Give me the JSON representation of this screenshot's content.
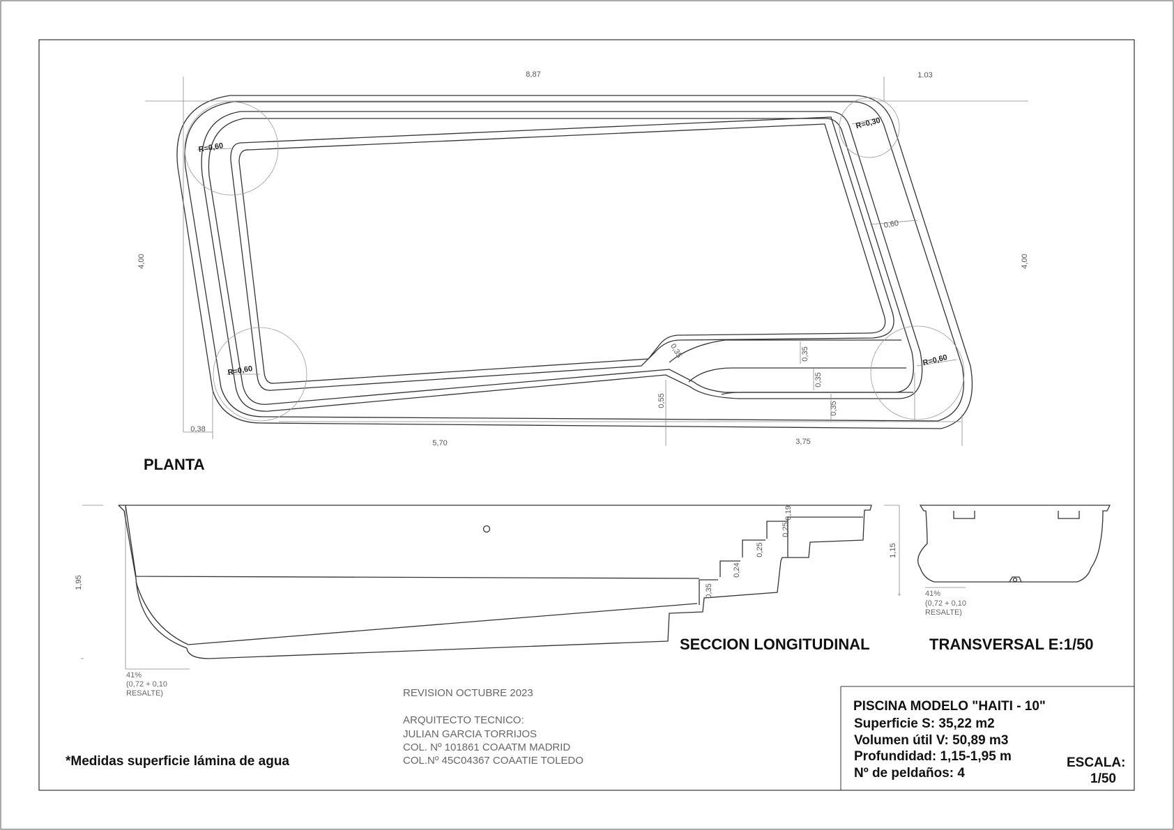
{
  "dimensions": {
    "top_length": "8,87",
    "top_right": "1.03",
    "left_width": "4,00",
    "right_width": "4,00",
    "bottom_left": "0,38",
    "bottom_mid": "5,70",
    "bottom_right": "3,75",
    "radius_top_left": "R=0,60",
    "radius_top_right": "R=0,30",
    "radius_bottom_left": "R=0,60",
    "radius_bottom_right": "R=0,60",
    "side_060": "0,60",
    "step_035_a": "0,35",
    "step_035_b": "0,35",
    "step_035_c": "0,35",
    "step_035_d": "0,35",
    "depth_055": "0,55",
    "section_depth": "1,95",
    "section_step_019": "0,19",
    "section_step_025a": "0,25",
    "section_step_025b": "0,25",
    "section_step_024": "0,24",
    "section_step_035": "0,35",
    "transversal_depth": "1,15"
  },
  "labels": {
    "plan": "PLANTA",
    "long_section": "SECCION LONGITUDINAL",
    "transversal": "TRANSVERSAL E:1/50",
    "slope_note_section": [
      "41%",
      "(0,72 + 0,10",
      "RESALTE)"
    ],
    "slope_note_transversal": [
      "41%",
      "(0,72 + 0,10",
      "RESALTE)"
    ],
    "water_note": "*Medidas superficie lámina de agua"
  },
  "credits": {
    "revision": "REVISION OCTUBRE 2023",
    "role": "ARQUITECTO TECNICO:",
    "name": "JULIAN GARCIA TORRIJOS",
    "col1": "COL. Nº 101861 COAATM MADRID",
    "col2": "COL.Nº 45C04367 COAATIE TOLEDO"
  },
  "specs": {
    "model": "PISCINA MODELO \"HAITI - 10\"",
    "surface": "Superficie S: 35,22 m2",
    "volume": "Volumen útil V: 50,89 m3",
    "depth": "Profundidad: 1,15-1,95 m",
    "steps": "Nº de peldaños: 4",
    "scale_label": "ESCALA:",
    "scale_value": "1/50"
  }
}
